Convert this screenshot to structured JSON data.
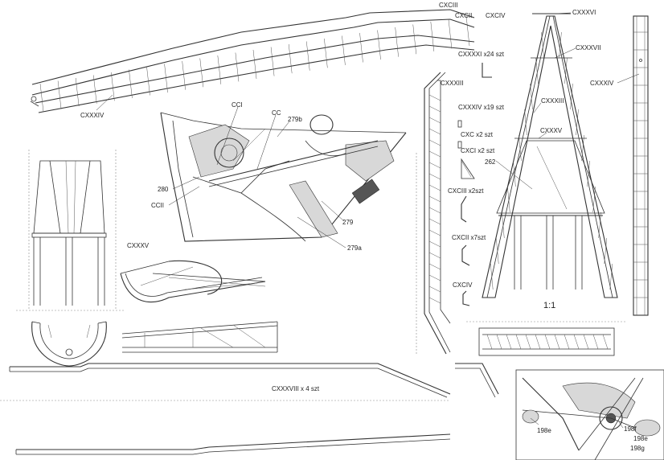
{
  "labels": {
    "cxciii": "CXCIII",
    "cxcii": "CXCII",
    "cxciv_top": "CXCIV",
    "cxxxvi": "CXXXVI",
    "cxxxxi": "CXXXXI x24 szt",
    "cxxxvii": "CXXXVII",
    "cxxxiv_left": "CXXXIV",
    "cxxxiv_right": "CXXXIV",
    "cxxxiii_left": "CXXXIII",
    "cxxxiii_right": "CXXXIII",
    "cxxxiv_x19": "CXXXIV x19 szt",
    "cxc_x2": "CXC x2 szt",
    "cxci_x2": "CXCI x2 szt",
    "cxciii_x2": "CXCIII x2szt",
    "cxcii_x7": "CXCII x7szt",
    "cxciv_small": "CXCIV",
    "cxxxv_right": "CXXXV",
    "cxxxv_left": "CXXXV",
    "n262": "262",
    "cci": "CCI",
    "cc": "CC",
    "n279b": "279b",
    "n280": "280",
    "ccii": "CCII",
    "n279": "279",
    "n279a": "279a",
    "scale": "1:1",
    "cxxxviii": "CXXXVIII x 4 szt",
    "n198e_left": "198e",
    "n198f": "198f",
    "n198e_right": "198e",
    "n198g": "198g"
  }
}
